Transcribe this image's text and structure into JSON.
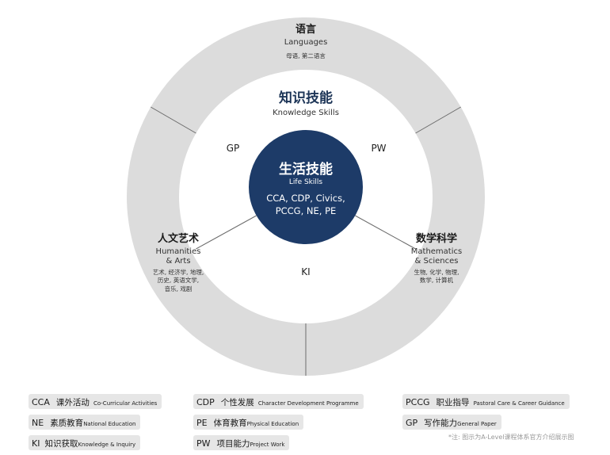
{
  "outer_sections": {
    "languages": {
      "zh": "语言",
      "en": "Languages",
      "subjects": [
        "母语, 第二语言"
      ]
    },
    "humanities": {
      "zh": "人文艺术",
      "en_lines": [
        "Humanities",
        "& Arts"
      ],
      "subjects": [
        "艺术, 经济学, 地理,",
        "历史, 英语文学,",
        "音乐, 戏剧"
      ]
    },
    "math_science": {
      "zh": "数学科学",
      "en_lines": [
        "Mathematics",
        "& Sciences"
      ],
      "subjects": [
        "生物, 化学, 物理,",
        "数学, 计算机"
      ]
    }
  },
  "middle_ring": {
    "zh": "知识技能",
    "en": "Knowledge Skills",
    "codes": [
      "GP",
      "PW",
      "KI"
    ]
  },
  "core": {
    "zh": "生活技能",
    "en": "Life Skills",
    "items": [
      "CCA, CDP, Civics,",
      "PCCG, NE, PE"
    ]
  },
  "legend": [
    [
      {
        "abbr": "CCA",
        "zh": "课外活动",
        "en": "Co-Curricular Activities"
      },
      {
        "abbr": "NE",
        "zh": "素质教育",
        "en": "National Education"
      },
      {
        "abbr": "KI",
        "zh": "知识获取",
        "en": "Knowledge & Inquiry"
      }
    ],
    [
      {
        "abbr": "CDP",
        "zh": "个性发展",
        "en": "Character Development Programme"
      },
      {
        "abbr": "PE",
        "zh": "体育教育",
        "en": "Physical Education"
      },
      {
        "abbr": "PW",
        "zh": "项目能力",
        "en": "Project Work"
      }
    ],
    [
      {
        "abbr": "PCCG",
        "zh": "职业指导",
        "en": "Pastoral Care & Career Guidance"
      },
      {
        "abbr": "GP",
        "zh": "写作能力",
        "en": "General Paper"
      }
    ]
  ],
  "note": "*注: 图示为A-Level课程体系官方介绍展示图",
  "colors": {
    "ring": "#dcdcdc",
    "divider": "#6b6b6b",
    "core": "#1d3b68",
    "pill": "#e6e6e6"
  }
}
